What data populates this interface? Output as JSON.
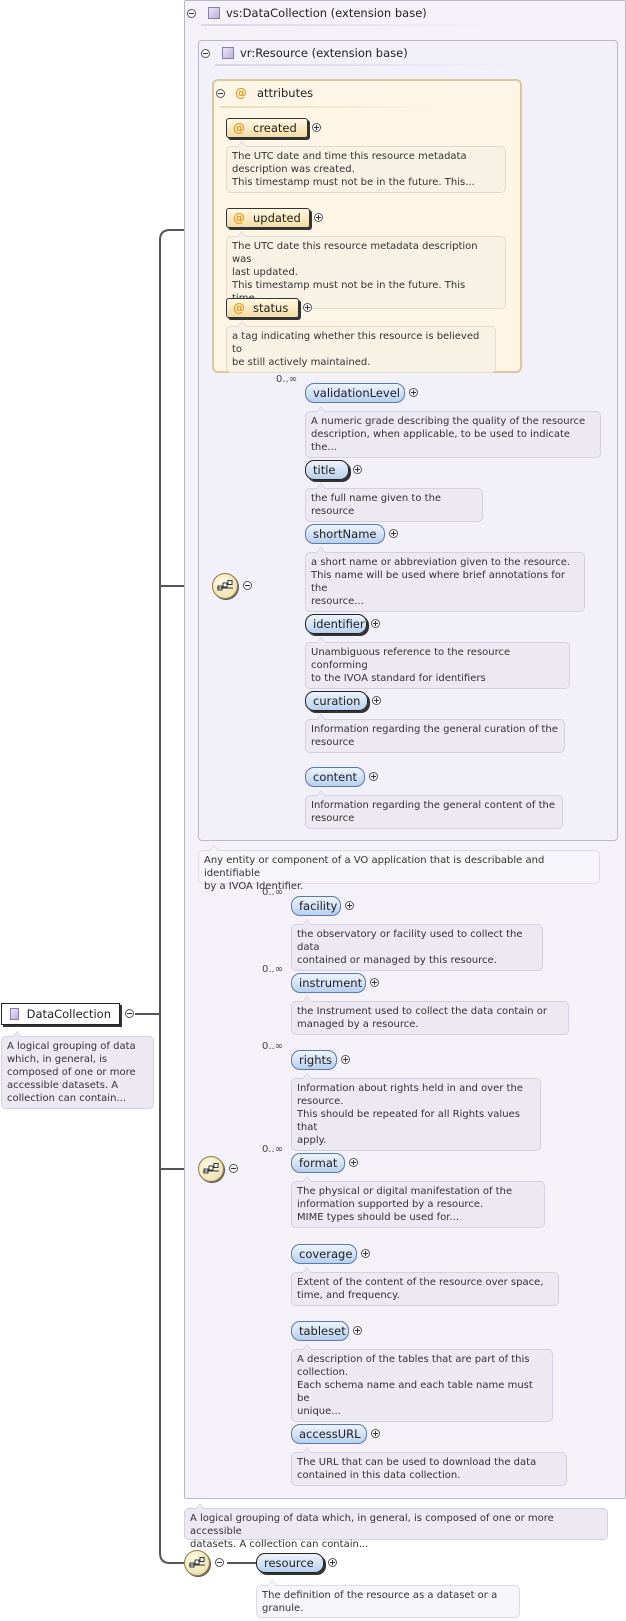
{
  "root": {
    "name": "DataCollection",
    "description": [
      "A logical grouping of data",
      "which, in general, is",
      "composed of one or more",
      "accessible datasets. A",
      "collection can contain..."
    ]
  },
  "extension_outer": {
    "title": "vs:DataCollection (extension base)",
    "description": [
      "A logical grouping of data which, in general, is composed of one or more accessible",
      "datasets. A collection can contain..."
    ]
  },
  "extension_inner": {
    "title": "vr:Resource (extension base)",
    "description": [
      "Any entity or component of a VO application that is describable and identifiable",
      "by a IVOA Identifier."
    ]
  },
  "attributes": {
    "title": "attributes",
    "at_symbol": "@",
    "items": [
      {
        "name": "created",
        "description": [
          "The UTC date and time this resource metadata",
          "description was created.",
          "This timestamp must not be in the future. This..."
        ]
      },
      {
        "name": "updated",
        "description": [
          "The UTC date this resource metadata description was",
          "last updated.",
          "This timestamp must not be in the future. This time..."
        ]
      },
      {
        "name": "status",
        "description": [
          "a tag indicating whether this resource is believed to",
          "be still actively maintained."
        ]
      }
    ]
  },
  "resource_elements": [
    {
      "name": "validationLevel",
      "card": "0..∞",
      "description": [
        "A numeric grade describing the quality of the resource",
        "description, when applicable, to be used to indicate the..."
      ]
    },
    {
      "name": "title",
      "card": "",
      "description": [
        "the full name given to the resource"
      ]
    },
    {
      "name": "shortName",
      "card": "",
      "description": [
        "a short name or abbreviation given to the resource.",
        "This name will be used where brief annotations for the",
        "resource..."
      ]
    },
    {
      "name": "identifier",
      "card": "",
      "description": [
        "Unambiguous reference to the resource conforming",
        "to the IVOA standard for identifiers"
      ]
    },
    {
      "name": "curation",
      "card": "",
      "description": [
        "Information regarding the general curation of the",
        "resource"
      ]
    },
    {
      "name": "content",
      "card": "",
      "description": [
        "Information regarding the general content of the",
        "resource"
      ]
    }
  ],
  "collection_elements": [
    {
      "name": "facility",
      "card": "0..∞",
      "description": [
        "the observatory or facility used to collect the data",
        "contained or managed by this resource."
      ]
    },
    {
      "name": "instrument",
      "card": "0..∞",
      "description": [
        "the Instrument used to collect the data contain or",
        "managed by a resource."
      ]
    },
    {
      "name": "rights",
      "card": "0..∞",
      "description": [
        "Information about rights held in and over the",
        "resource.",
        "This should be repeated for all Rights values that",
        "apply."
      ]
    },
    {
      "name": "format",
      "card": "0..∞",
      "description": [
        "The physical or digital manifestation of the",
        "information supported by a resource.",
        "MIME types should be used for..."
      ]
    },
    {
      "name": "coverage",
      "card": "",
      "description": [
        "Extent of the content of the resource over space,",
        "time, and frequency."
      ]
    },
    {
      "name": "tableset",
      "card": "",
      "description": [
        "A description of the tables that are part of this",
        "collection.",
        "Each schema name and each table name must be",
        "unique..."
      ]
    },
    {
      "name": "accessURL",
      "card": "",
      "description": [
        "The URL that can be used to download the data",
        "contained in this data collection."
      ]
    }
  ],
  "bottom_element": {
    "name": "resource",
    "description": [
      "The definition of the resource as a dataset or a",
      "granule."
    ]
  }
}
